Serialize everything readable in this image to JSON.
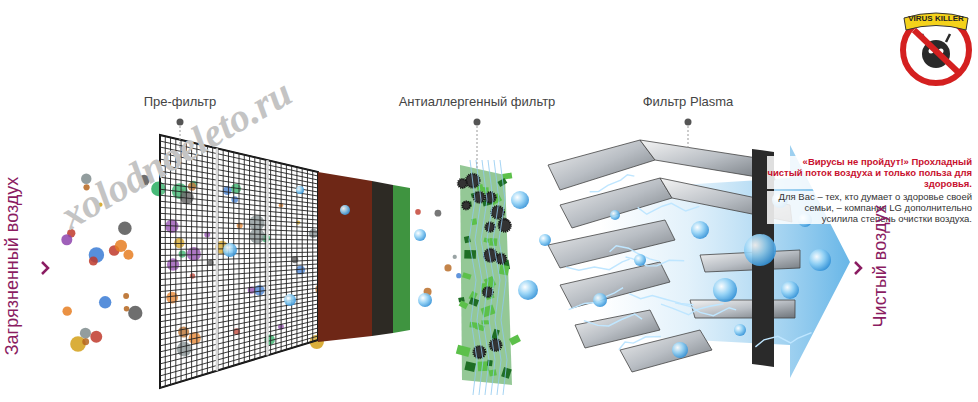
{
  "diagram": {
    "nodes": [
      {
        "text": [
          "VIRUS KILLER"
        ]
      }
    ],
    "labels": [
      "xolodnoeleto.ru",
      "Пре-фильтр",
      "Антиаллергенный фильтр",
      "Фильтр Plasma",
      "«Вирусы не пройдут!» Прохладный чистый поток воздуха и только польза для здоровья.",
      "Для Вас – тех, кто думает о здоровье своей семьи, – компания LG дополнительно усилила степень очистки воздуха.",
      "Загрязненный воздух",
      "Чистый воздух"
    ]
  }
}
